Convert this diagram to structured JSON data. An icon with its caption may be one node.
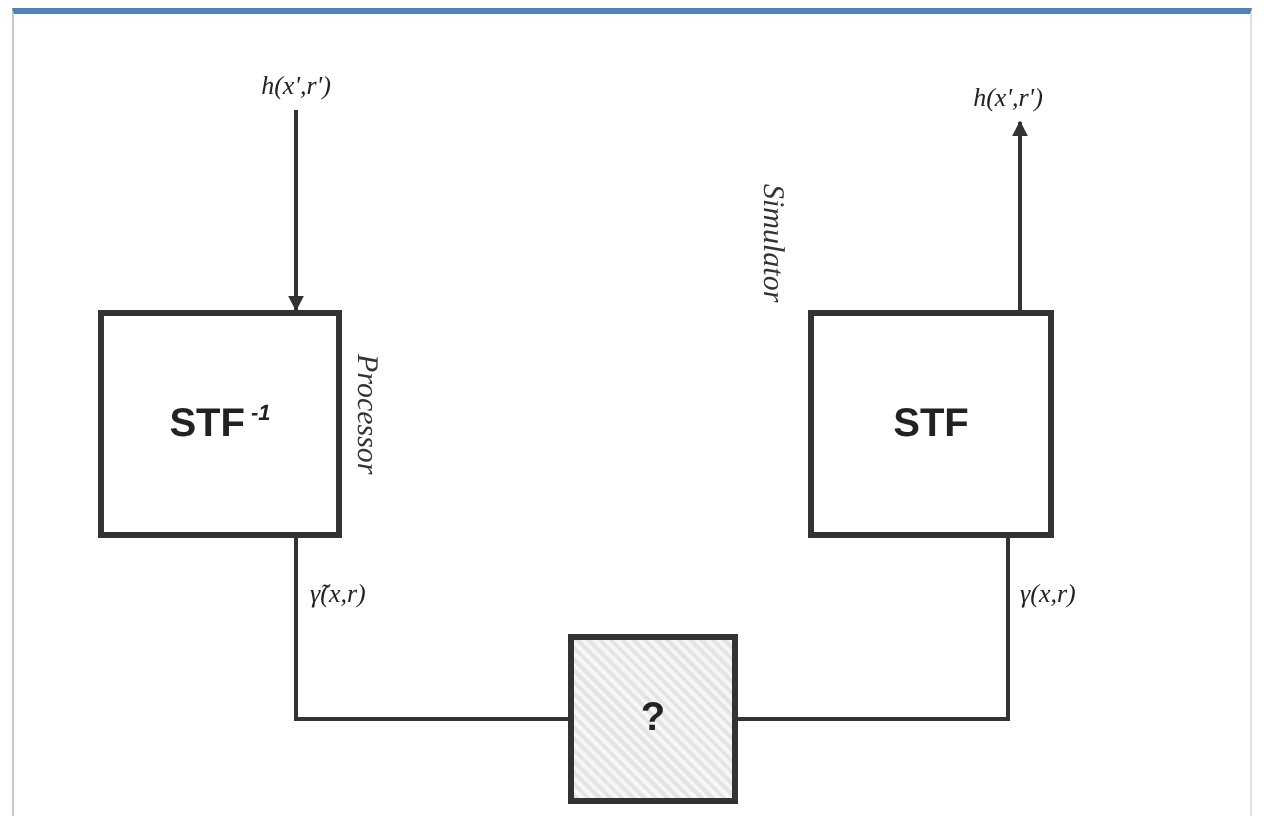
{
  "diagram": {
    "nodes": [
      {
        "text": [
          "h(x',r')"
        ]
      },
      {
        "text": [
          "STF$^{-1}$"
        ],
        "beside": [
          "Processor"
        ]
      },
      {
        "text": [
          "h(x',r')"
        ]
      },
      {
        "text": [
          "STF"
        ],
        "beside": [
          "Simulator"
        ]
      },
      {
        "text": [
          "?"
        ]
      }
    ],
    "edges": [
      {
        "from": 0,
        "to": 1,
        "arrow": "to"
      },
      {
        "from": 3,
        "to": 2,
        "arrow": "to"
      },
      {
        "from": 1,
        "to": 4,
        "arrow": "none",
        "label": "γ̃(x,r)"
      },
      {
        "from": 4,
        "to": 3,
        "arrow": "none",
        "label": "γ(x,r)"
      }
    ]
  }
}
